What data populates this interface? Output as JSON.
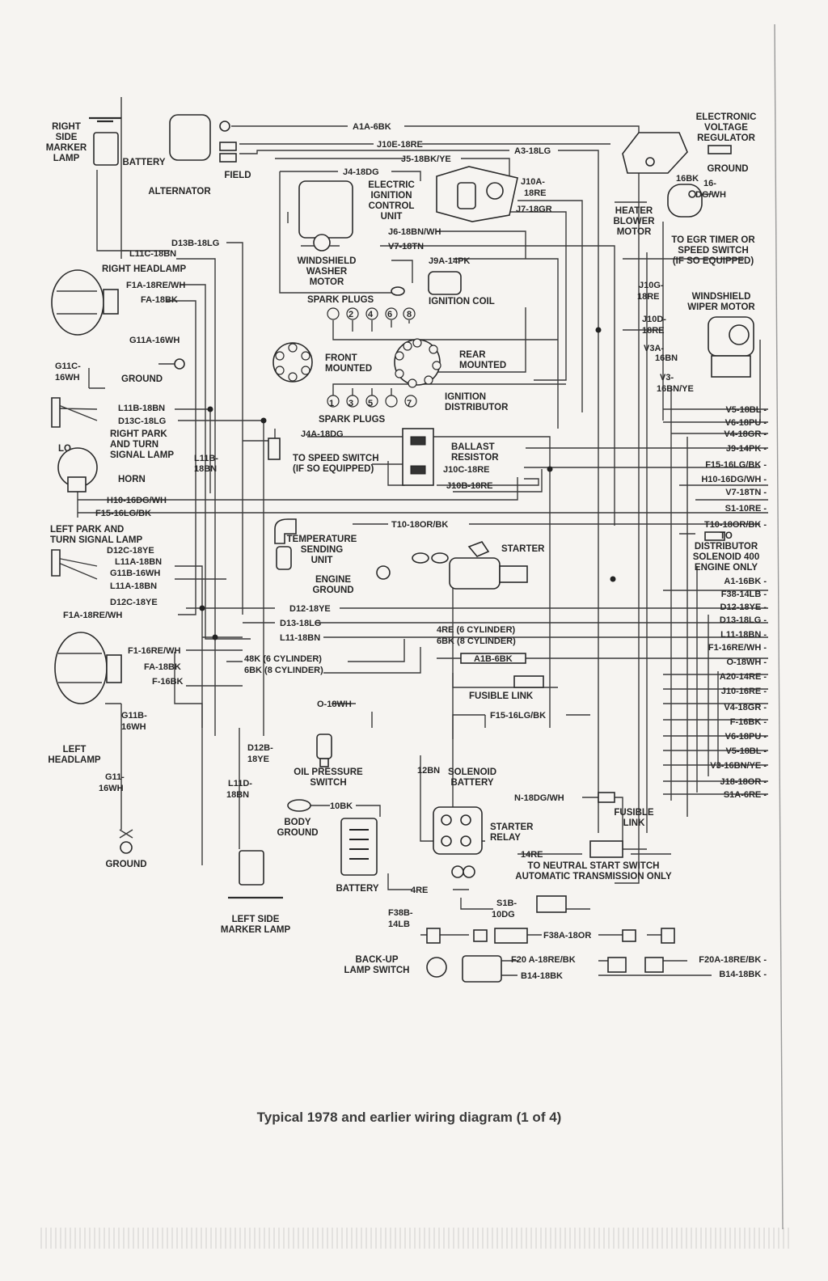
{
  "caption": "Typical 1978 and earlier wiring diagram (1 of 4)",
  "components": [
    {
      "id": "right-side-marker-lamp",
      "lines": [
        "RIGHT",
        "SIDE",
        "MARKER",
        "LAMP"
      ]
    },
    {
      "id": "battery-top",
      "lines": [
        "BATTERY"
      ]
    },
    {
      "id": "field",
      "lines": [
        "FIELD"
      ]
    },
    {
      "id": "alternator",
      "lines": [
        "ALTERNATOR"
      ]
    },
    {
      "id": "electronic-voltage-regulator",
      "lines": [
        "ELECTRONIC",
        "VOLTAGE",
        "REGULATOR"
      ]
    },
    {
      "id": "ground-regulator",
      "lines": [
        "GROUND"
      ]
    },
    {
      "id": "electric-ignition-control-unit",
      "lines": [
        "ELECTRIC",
        "IGNITION",
        "CONTROL",
        "UNIT"
      ]
    },
    {
      "id": "heater-blower-motor",
      "lines": [
        "HEATER",
        "BLOWER",
        "MOTOR"
      ]
    },
    {
      "id": "egr-timer",
      "lines": [
        "TO EGR TIMER OR",
        "SPEED SWITCH",
        "(IF SO EQUIPPED)"
      ]
    },
    {
      "id": "right-headlamp",
      "lines": [
        "RIGHT HEADLAMP"
      ]
    },
    {
      "id": "windshield-washer-motor",
      "lines": [
        "WINDSHIELD",
        "WASHER",
        "MOTOR"
      ]
    },
    {
      "id": "ignition-coil",
      "lines": [
        "IGNITION COIL"
      ]
    },
    {
      "id": "spark-plugs-top",
      "lines": [
        "SPARK PLUGS"
      ]
    },
    {
      "id": "windshield-wiper-motor",
      "lines": [
        "WINDSHIELD",
        "WIPER MOTOR"
      ]
    },
    {
      "id": "front-mounted",
      "lines": [
        "FRONT",
        "MOUNTED"
      ]
    },
    {
      "id": "rear-mounted",
      "lines": [
        "REAR",
        "MOUNTED"
      ]
    },
    {
      "id": "ground-left",
      "lines": [
        "GROUND"
      ]
    },
    {
      "id": "right-park-turn-lamp",
      "lines": [
        "RIGHT PARK",
        "AND TURN",
        "SIGNAL LAMP"
      ]
    },
    {
      "id": "ignition-distributor",
      "lines": [
        "IGNITION",
        "DISTRIBUTOR"
      ]
    },
    {
      "id": "spark-plugs-bottom",
      "lines": [
        "SPARK PLUGS"
      ]
    },
    {
      "id": "speed-switch",
      "lines": [
        "TO SPEED SWITCH",
        "(IF SO EQUIPPED)"
      ]
    },
    {
      "id": "ballast-resistor",
      "lines": [
        "BALLAST",
        "RESISTOR"
      ]
    },
    {
      "id": "horn-lo",
      "lines": [
        "LO"
      ]
    },
    {
      "id": "horn",
      "lines": [
        "HORN"
      ]
    },
    {
      "id": "left-park-turn-lamp",
      "lines": [
        "LEFT PARK AND",
        "TURN SIGNAL LAMP"
      ]
    },
    {
      "id": "temperature-sending-unit",
      "lines": [
        "TEMPERATURE",
        "SENDING",
        "UNIT"
      ]
    },
    {
      "id": "engine-ground",
      "lines": [
        "ENGINE",
        "GROUND"
      ]
    },
    {
      "id": "starter",
      "lines": [
        "STARTER"
      ]
    },
    {
      "id": "distributor-solenoid",
      "lines": [
        "TO",
        "DISTRIBUTOR",
        "SOLENOID 400",
        "ENGINE ONLY"
      ]
    },
    {
      "id": "fusible-link-1",
      "lines": [
        "FUSIBLE  LINK"
      ]
    },
    {
      "id": "left-headlamp",
      "lines": [
        "LEFT",
        "HEADLAMP"
      ]
    },
    {
      "id": "oil-pressure-switch",
      "lines": [
        "OIL PRESSURE",
        "SWITCH"
      ]
    },
    {
      "id": "solenoid-battery",
      "lines": [
        "SOLENOID",
        "BATTERY"
      ]
    },
    {
      "id": "body-ground",
      "lines": [
        "BODY",
        "GROUND"
      ]
    },
    {
      "id": "fusible-link-2",
      "lines": [
        "FUSIBLE",
        "LINK"
      ]
    },
    {
      "id": "starter-relay",
      "lines": [
        "STARTER",
        "RELAY"
      ]
    },
    {
      "id": "neutral-start",
      "lines": [
        "TO NEUTRAL START SWITCH",
        "AUTOMATIC TRANSMISSION ONLY"
      ]
    },
    {
      "id": "ground-bottom",
      "lines": [
        "GROUND"
      ]
    },
    {
      "id": "battery-bottom",
      "lines": [
        "BATTERY"
      ]
    },
    {
      "id": "left-side-marker-lamp",
      "lines": [
        "LEFT SIDE",
        "MARKER LAMP"
      ]
    },
    {
      "id": "backup-lamp-switch",
      "lines": [
        "BACK-UP",
        "LAMP SWITCH"
      ]
    }
  ],
  "wires_left": [
    "D13B-18LG",
    "L11C-18BN",
    "F1A-18RE/WH",
    "FA-18BK",
    "G11A-16WH",
    "G11C-",
    "16WH",
    "L11B-18BN",
    "D13C-18LG",
    "L11B-",
    "18BN",
    "H10-16DG/WH",
    "F15-16LG/BK",
    "D12C-18YE",
    "L11A-18BN",
    "G11B-16WH",
    "L11A-18BN",
    "D12C-18YE",
    "F1A-18RE/WH",
    "F1-16RE/WH",
    "FA-18BK",
    "F-16BK",
    "G11B-",
    "16WH",
    "G11-",
    "16WH",
    "D12B-",
    "18YE",
    "L11D-",
    "18BN",
    "O-18WH",
    "10BK",
    "4RE",
    "F38B-",
    "14LB",
    "12BN",
    "16BK",
    "16-",
    "DG/WH",
    "1",
    "2",
    "3",
    "4",
    "5",
    "6",
    "7",
    "8"
  ],
  "wires_center": [
    "A1A-6BK",
    "J10E-18RE",
    "J5-18BK/YE",
    "J4-18DG",
    "A3-18LG",
    "J10A-",
    "18RE",
    "J7-18GR",
    "J6-18BN/WH",
    "V7-18TN",
    "J9A-14PK",
    "J4A-18DG",
    "J10C-18RE",
    "J10B-18RE",
    "T10-18OR/BK",
    "D12-18YE",
    "D13-18LG",
    "L11-18BN",
    "48K (6 CYLINDER)",
    "6BK (8 CYLINDER)",
    "4RE (6 CYLINDER)",
    "6BK (8 CYLINDER)",
    "A1B-6BK",
    "F15-16LG/BK",
    "N-18DG/WH",
    "14RE",
    "S1B-",
    "10DG",
    "F38A-18OR",
    "F20 A-18RE/BK",
    "B14-18BK",
    "J10G-",
    "18RE",
    "J10D-",
    "18RE",
    "V3A-",
    "16BN",
    "V3-",
    "16BN/YE"
  ],
  "wires_right": [
    "V5-18BL",
    "V6-18PU",
    "V4-18GR",
    "J9-14PK",
    "F15-16LG/BK",
    "H10-16DG/WH",
    "V7-18TN",
    "S1-10RE",
    "T10-18OR/BK",
    "A1-16BK",
    "F38-14LB",
    "D12-18YE",
    "D13-18LG",
    "L11-18BN",
    "F1-16RE/WH",
    "O-18WH",
    "A20-14RE",
    "J10-16RE",
    "V4-18GR",
    "F-16BK",
    "V6-18PU",
    "V5-18BL",
    "V3-16BN/YE",
    "J18-18OR",
    "S1A-6RE",
    "F20A-18RE/BK",
    "B14-18BK"
  ]
}
